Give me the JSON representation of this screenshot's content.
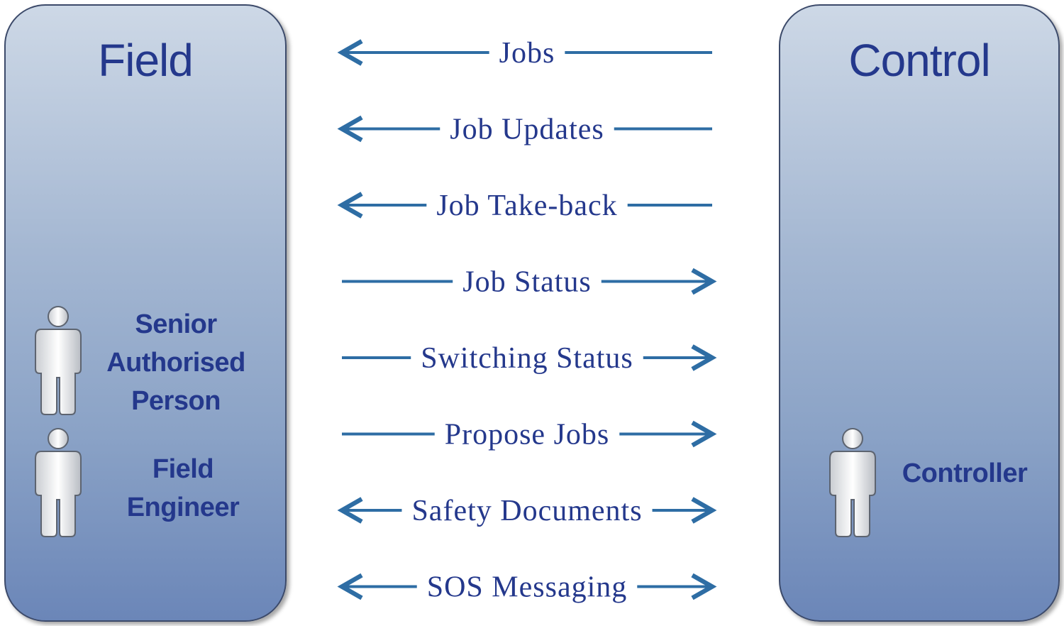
{
  "field": {
    "title": "Field",
    "roles": [
      {
        "label": "Senior Authorised Person",
        "icon": "person-icon"
      },
      {
        "label": "Field Engineer",
        "icon": "person-icon"
      }
    ]
  },
  "control": {
    "title": "Control",
    "roles": [
      {
        "label": "Controller",
        "icon": "person-icon"
      }
    ]
  },
  "flows": [
    {
      "label": "Jobs",
      "direction": "to-field"
    },
    {
      "label": "Job Updates",
      "direction": "to-field"
    },
    {
      "label": "Job Take-back",
      "direction": "to-field"
    },
    {
      "label": "Job Status",
      "direction": "to-control"
    },
    {
      "label": "Switching Status",
      "direction": "to-control"
    },
    {
      "label": "Propose Jobs",
      "direction": "to-control"
    },
    {
      "label": "Safety Documents",
      "direction": "both"
    },
    {
      "label": "SOS Messaging",
      "direction": "both"
    }
  ],
  "colors": {
    "text": "#24388c",
    "arrow": "#2e6da4",
    "panel_border": "#3c4a6a"
  }
}
